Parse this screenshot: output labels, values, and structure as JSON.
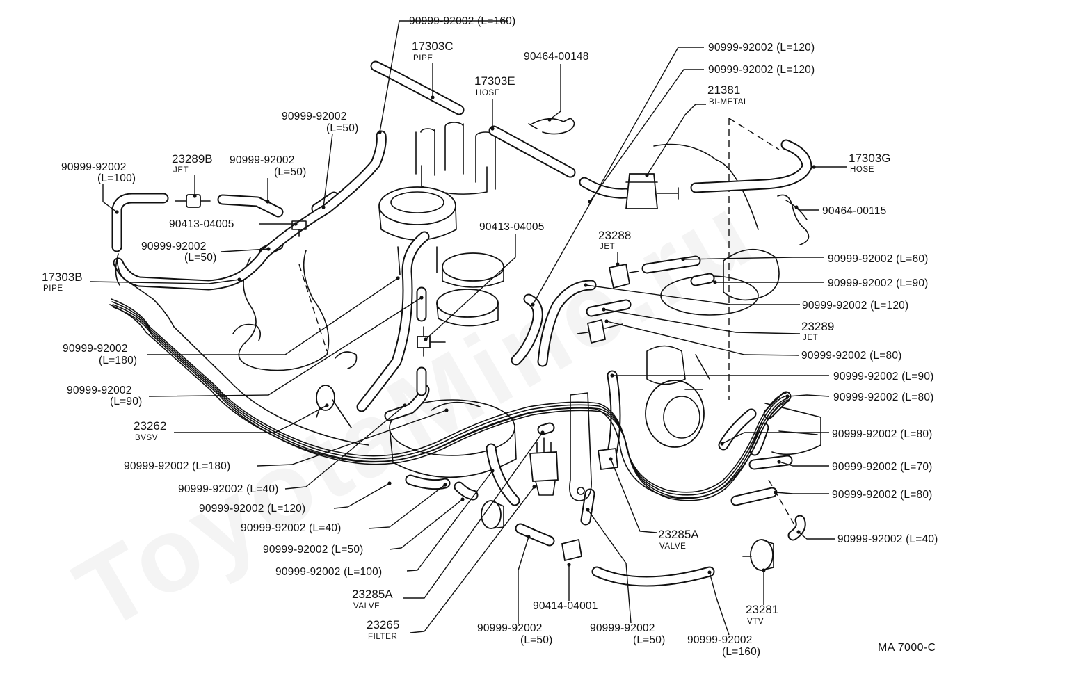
{
  "watermark": "ToyotaMine.ru",
  "diagram_code": "MA  7000-C",
  "callouts": {
    "top_160": "90999-92002 (L=160)",
    "pipe_c_num": "17303C",
    "pipe_c_sub": "PIPE",
    "clamp_148": "90464-00148",
    "hose_e_num": "17303E",
    "hose_e_sub": "HOSE",
    "l50_a_num": "90999-92002",
    "l50_a_len": "(L=50)",
    "l100_num": "90999-92002",
    "l100_len": "(L=100)",
    "jet_b_num": "23289B",
    "jet_b_sub": "JET",
    "l50_b_num": "90999-92002",
    "l50_b_len": "(L=50)",
    "tee_005_left": "90413-04005",
    "l50_c_num": "90999-92002",
    "l50_c_len": "(L=50)",
    "pipe_b_num": "17303B",
    "pipe_b_sub": "PIPE",
    "l180_a_num": "90999-92002",
    "l180_a_len": "(L=180)",
    "l90_left_num": "90999-92002",
    "l90_left_len": "(L=90)",
    "bvsv_num": "23262",
    "bvsv_sub": "BVSV",
    "l180_b": "90999-92002 (L=180)",
    "l40_a": "90999-92002 (L=40)",
    "l120_bottom": "90999-92002 (L=120)",
    "l40_b": "90999-92002 (L=40)",
    "l50_bottom": "90999-92002 (L=50)",
    "l100_bottom": "90999-92002 (L=100)",
    "valve_a_left_num": "23285A",
    "valve_a_left_sub": "VALVE",
    "filter_num": "23265",
    "filter_sub": "FILTER",
    "l50_bot1_num": "90999-92002",
    "l50_bot1_len": "(L=50)",
    "tee_001": "90414-04001",
    "l50_bot2_num": "90999-92002",
    "l50_bot2_len": "(L=50)",
    "l160_bot_num": "90999-92002",
    "l160_bot_len": "(L=160)",
    "vtv_num": "23281",
    "vtv_sub": "VTV",
    "tee_005_mid": "90413-04005",
    "r120_a": "90999-92002 (L=120)",
    "r120_b": "90999-92002 (L=120)",
    "bimetal_num": "21381",
    "bimetal_sub": "BI-METAL",
    "hose_g_num": "17303G",
    "hose_g_sub": "HOSE",
    "clamp_115": "90464-00115",
    "jet_23288_num": "23288",
    "jet_23288_sub": "JET",
    "r60": "90999-92002 (L=60)",
    "r90_a": "90999-92002 (L=90)",
    "r120_c": "90999-92002 (L=120)",
    "jet_23289_num": "23289",
    "jet_23289_sub": "JET",
    "r80_a": "90999-92002 (L=80)",
    "r90_b": "90999-92002 (L=90)",
    "r80_b": "90999-92002 (L=80)",
    "r80_c": "90999-92002 (L=80)",
    "r70": "90999-92002 (L=70)",
    "r80_d": "90999-92002 (L=80)",
    "r40": "90999-92002 (L=40)",
    "valve_a_right_num": "23285A",
    "valve_a_right_sub": "VALVE"
  }
}
